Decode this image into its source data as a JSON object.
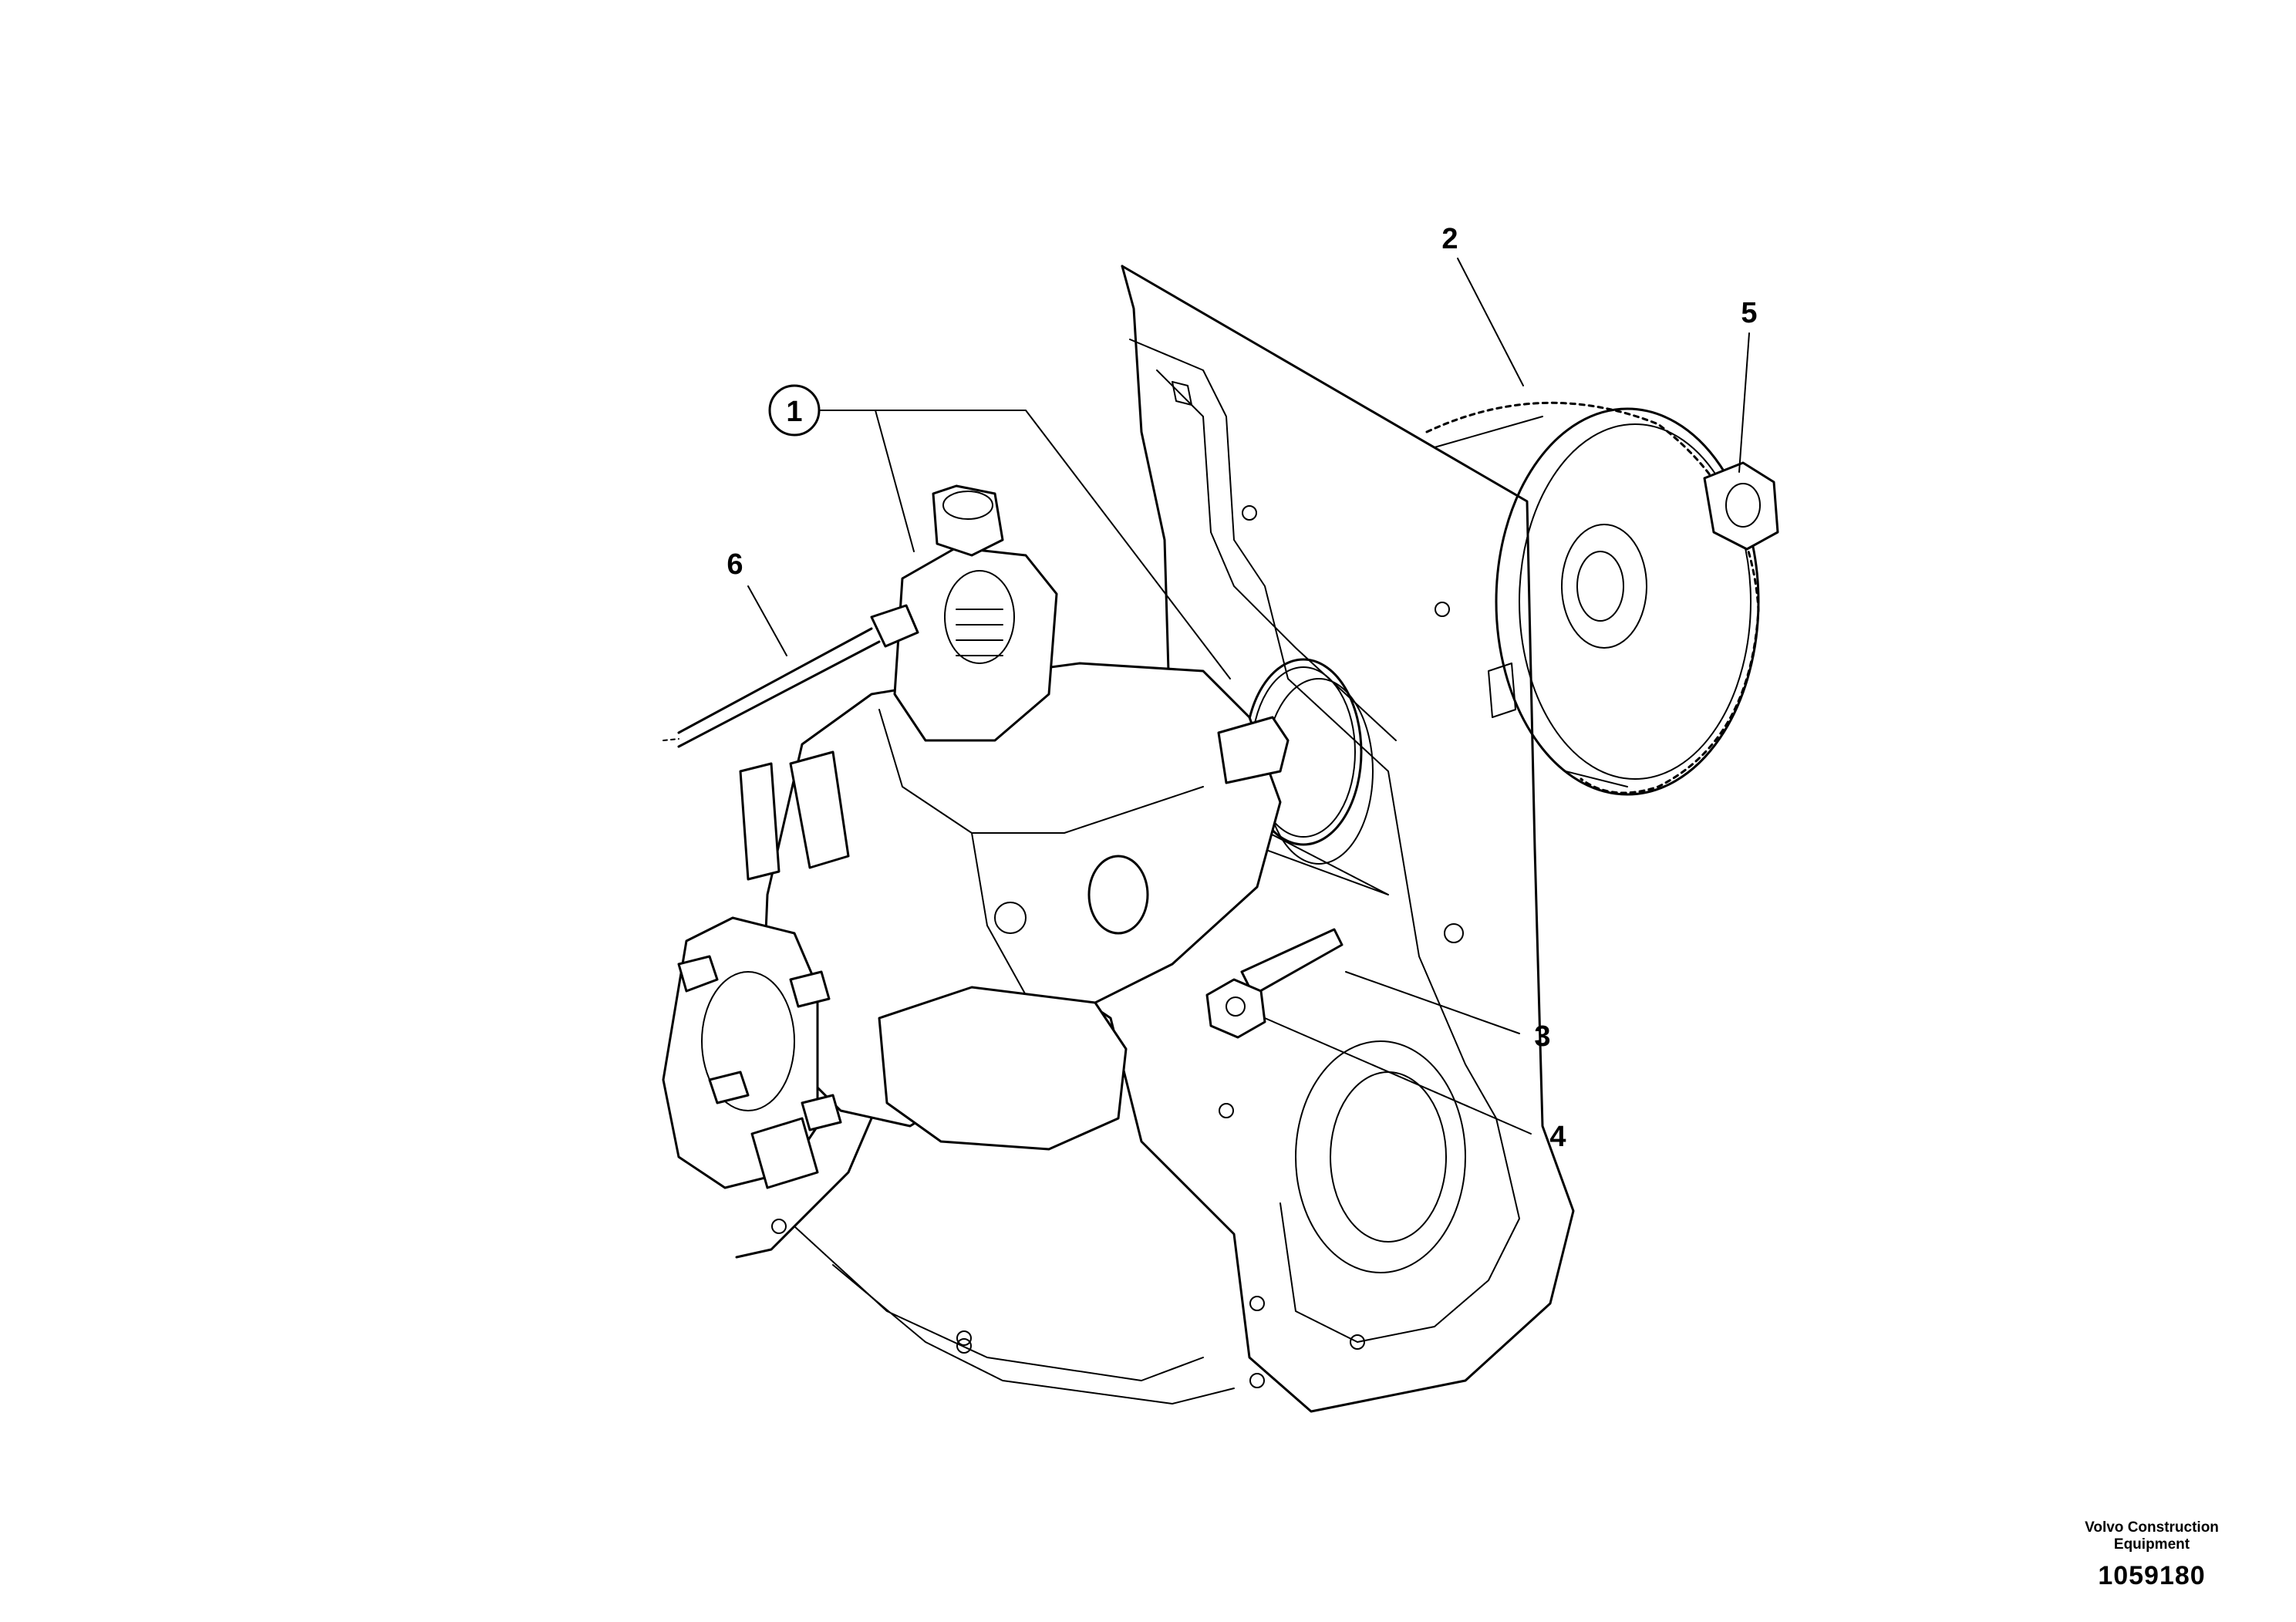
{
  "callouts": [
    {
      "id": "1",
      "label": "1"
    },
    {
      "id": "2",
      "label": "2"
    },
    {
      "id": "3",
      "label": "3"
    },
    {
      "id": "4",
      "label": "4"
    },
    {
      "id": "5",
      "label": "5"
    },
    {
      "id": "6",
      "label": "6"
    }
  ],
  "footer": {
    "brand_line1": "Volvo Construction",
    "brand_line2": "Equipment",
    "drawing_number": "1059180"
  }
}
